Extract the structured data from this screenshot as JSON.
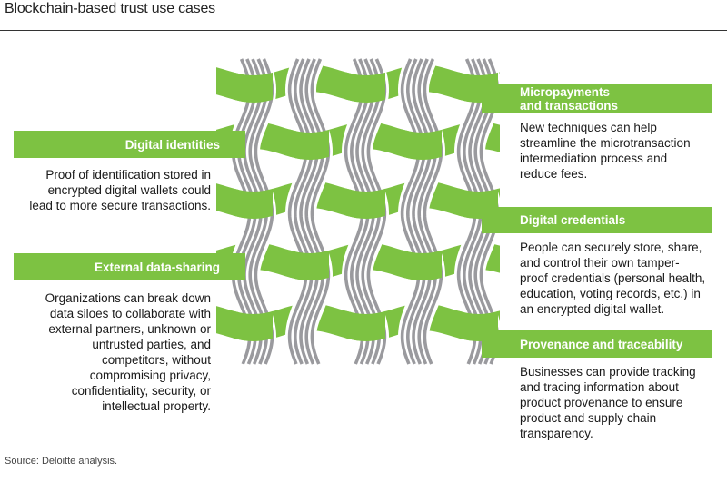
{
  "title": "Blockchain-based trust use cases",
  "colors": {
    "accent_green": "#7dc242",
    "thread_grey": "#9a9a9e",
    "text": "#1a1a1a"
  },
  "illustration": {
    "name": "woven-fabric-icon",
    "description": "green ribbons woven through grey multi-strand threads"
  },
  "left_cases": [
    {
      "heading": "Digital identities",
      "description": [
        "Proof of identification stored in",
        "encrypted digital wallets could",
        "lead to more secure transactions."
      ]
    },
    {
      "heading": "External data-sharing",
      "description": [
        "Organizations can break down",
        "data siloes to collaborate with",
        "external partners, unknown or",
        "untrusted parties, and",
        "competitors, without",
        "compromising privacy,",
        "confidentiality, security, or",
        "intellectual property."
      ]
    }
  ],
  "right_cases": [
    {
      "heading_lines": [
        "Micropayments",
        "and transactions"
      ],
      "description": [
        "New techniques can help",
        "streamline the microtransaction",
        "intermediation process and",
        "reduce fees."
      ]
    },
    {
      "heading_lines": [
        "Digital credentials"
      ],
      "description": [
        "People can securely store, share,",
        "and control their own tamper-",
        "proof credentials (personal health,",
        "education, voting records, etc.) in",
        "an encrypted digital wallet."
      ]
    },
    {
      "heading_lines": [
        "Provenance and traceability"
      ],
      "description": [
        "Businesses can provide tracking",
        "and tracing information about",
        "product provenance to ensure",
        "product and supply chain",
        "transparency."
      ]
    }
  ],
  "source": "Source: Deloitte analysis."
}
